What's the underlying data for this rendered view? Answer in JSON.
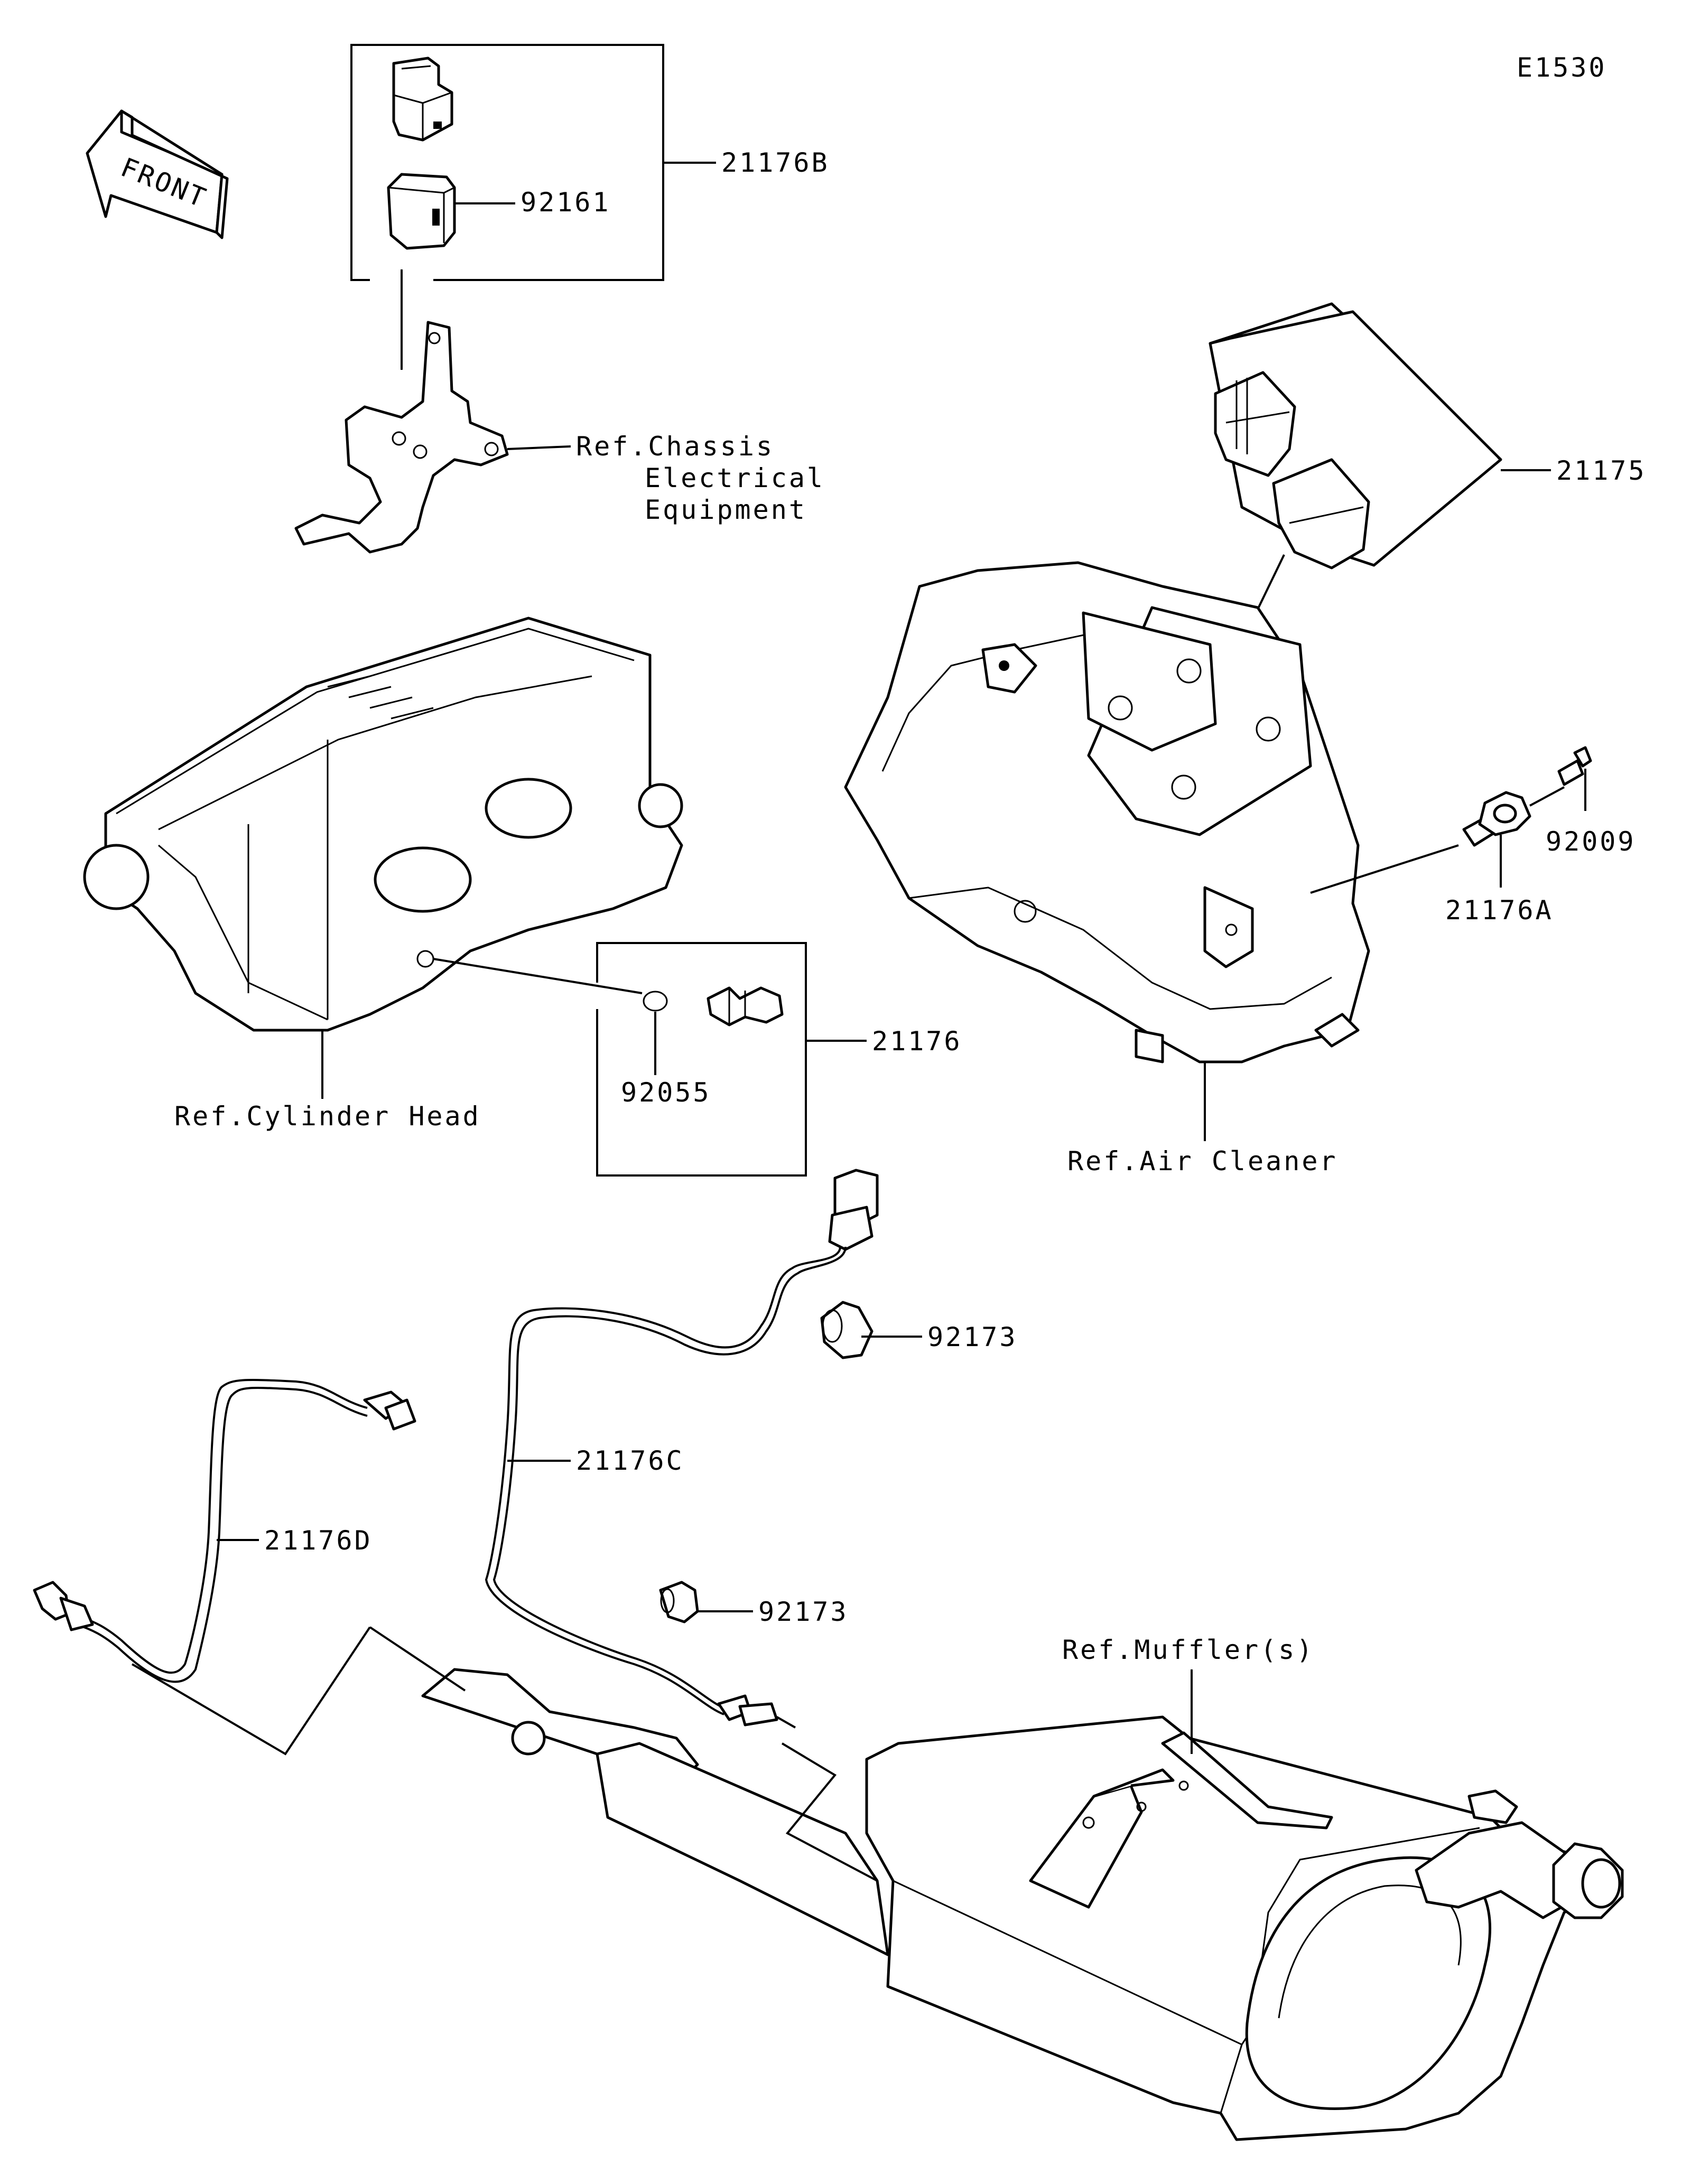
{
  "diagram_code": "E1530",
  "front_marker": "FRONT",
  "labels": {
    "p21176B": "21176B",
    "p92161": "92161",
    "ref_chassis_1": "Ref.Chassis",
    "ref_chassis_2": "Electrical",
    "ref_chassis_3": "Equipment",
    "p21175": "21175",
    "p92009": "92009",
    "p21176A": "21176A",
    "p21176": "21176",
    "p92055": "92055",
    "ref_cylinder_head": "Ref.Cylinder Head",
    "ref_air_cleaner": "Ref.Air Cleaner",
    "p92173_a": "92173",
    "p21176C": "21176C",
    "p21176D": "21176D",
    "p92173_b": "92173",
    "ref_mufflers": "Ref.Muffler(s)"
  }
}
